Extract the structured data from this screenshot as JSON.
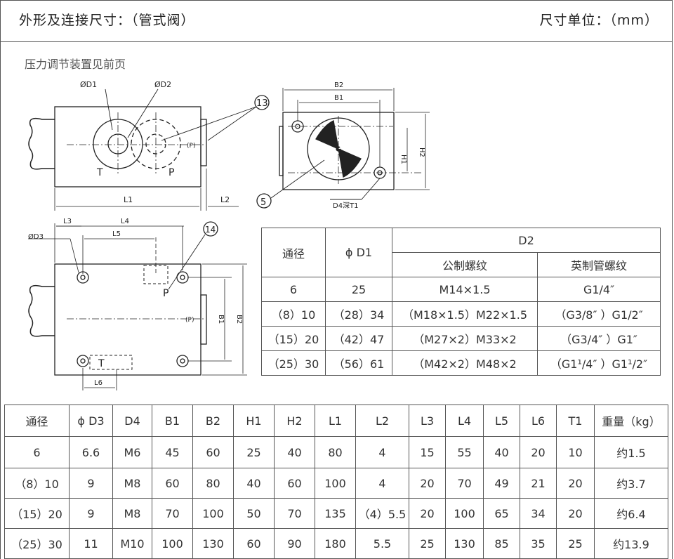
{
  "header": {
    "title": "外形及连接尺寸：（管式阀）",
    "unit": "尺寸单位：（mm）"
  },
  "note": "压力调节装置见前页",
  "drawing_labels": {
    "d1": "ØD1",
    "d2": "ØD2",
    "d3": "ØD3",
    "t": "T",
    "p": "P",
    "p_port": "(P)",
    "l1": "L1",
    "l2": "L2",
    "l3": "L3",
    "l4": "L4",
    "l5": "L5",
    "l6": "L6",
    "b1": "B1",
    "b2": "B2",
    "h1": "H1",
    "h2": "H2",
    "d4t1": "D4深T1",
    "c13": "13",
    "c5": "5",
    "c14": "14"
  },
  "thread_table": {
    "h_bore": "通径",
    "h_d1": "ϕ D1",
    "h_d2": "D2",
    "h_metric": "公制螺纹",
    "h_imperial": "英制管螺纹",
    "rows": [
      [
        "6",
        "25",
        "M14×1.5",
        "G1/4″"
      ],
      [
        "（8）10",
        "（28）34",
        "（M18×1.5）M22×1.5",
        "（G3/8″ ）G1/2″"
      ],
      [
        "（15）20",
        "（42）47",
        "（M27×2）M33×2",
        "（G3/4″ ）G1″"
      ],
      [
        "（25）30",
        "（56）61",
        "（M42×2）M48×2",
        "（G1¹/4″ ）G1¹/2″"
      ]
    ]
  },
  "main_table": {
    "headers": [
      "通径",
      "ϕ D3",
      "D4",
      "B1",
      "B2",
      "H1",
      "H2",
      "L1",
      "L2",
      "L3",
      "L4",
      "L5",
      "L6",
      "T1",
      "重量（kg）"
    ],
    "rows": [
      [
        "6",
        "6.6",
        "M6",
        "45",
        "60",
        "25",
        "40",
        "80",
        "4",
        "15",
        "55",
        "40",
        "20",
        "10",
        "约1.5"
      ],
      [
        "（8）10",
        "9",
        "M8",
        "60",
        "80",
        "40",
        "60",
        "100",
        "4",
        "20",
        "70",
        "49",
        "21",
        "20",
        "约3.7"
      ],
      [
        "（15）20",
        "9",
        "M8",
        "70",
        "100",
        "50",
        "70",
        "135",
        "（4）5.5",
        "20",
        "100",
        "65",
        "34",
        "20",
        "约6.4"
      ],
      [
        "（25）30",
        "11",
        "M10",
        "100",
        "130",
        "60",
        "90",
        "180",
        "5.5",
        "25",
        "130",
        "85",
        "35",
        "25",
        "约13.9"
      ]
    ]
  }
}
